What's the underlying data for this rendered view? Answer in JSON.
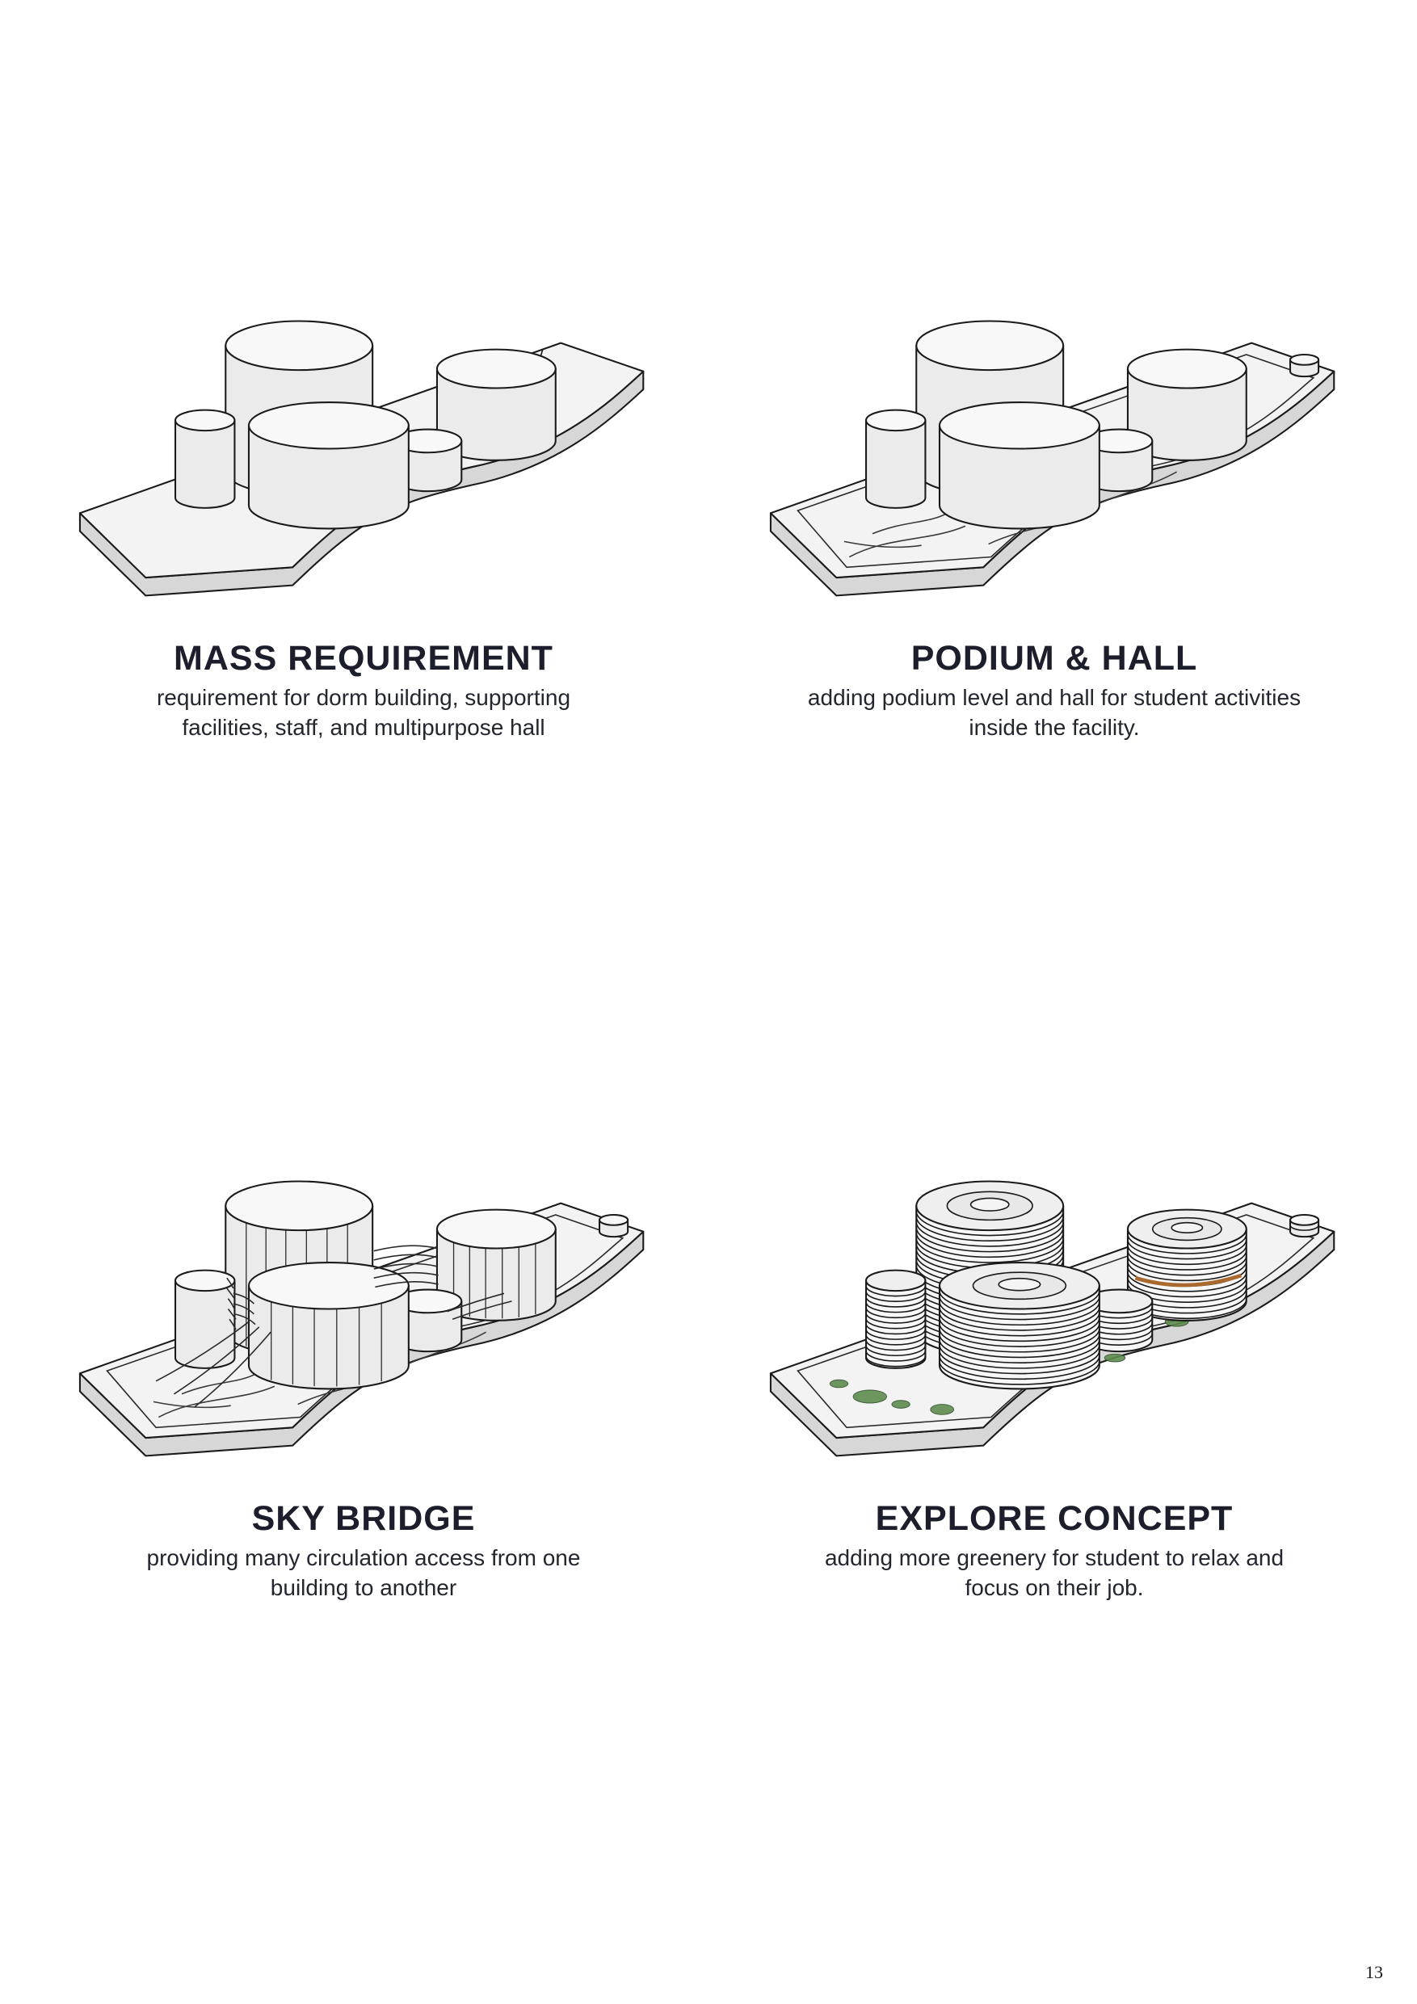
{
  "page": {
    "number": "13",
    "text_color": "#1c1f2b",
    "accent_green": "#5f8d4f",
    "accent_orange": "#a9692f"
  },
  "sections": [
    {
      "title": "MASS REQUIREMENT",
      "description": "requirement for dorm building, supporting facilities, staff, and multipurpose hall"
    },
    {
      "title": "PODIUM & HALL",
      "description": "adding podium level and hall for student activities inside the facility."
    },
    {
      "title": "SKY BRIDGE",
      "description": "providing many circulation access from one building to another"
    },
    {
      "title": "EXPLORE CONCEPT",
      "description": "adding more greenery for student to relax and focus on their job."
    }
  ]
}
